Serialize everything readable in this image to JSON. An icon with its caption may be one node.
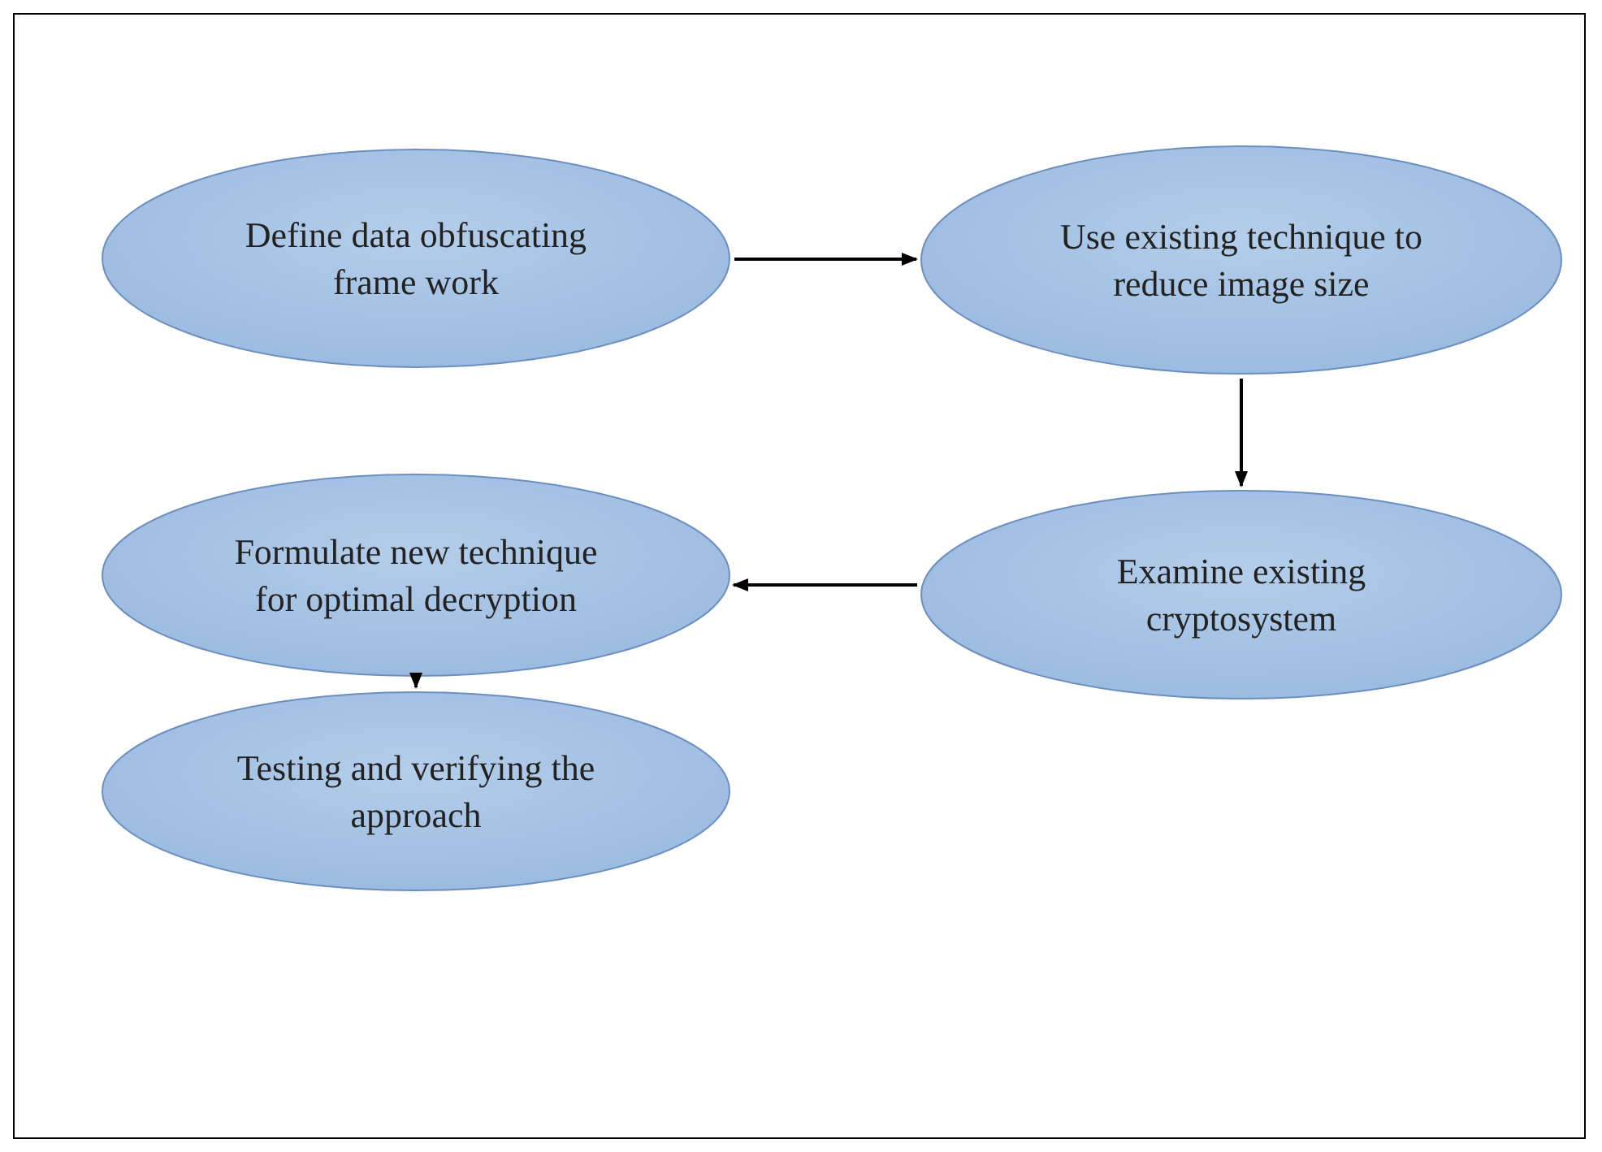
{
  "diagram": {
    "nodes": [
      {
        "text": [
          "Define data obfuscating frame work"
        ]
      },
      {
        "text": [
          "Use existing technique to reduce image size"
        ]
      },
      {
        "text": [
          "Examine existing cryptosystem"
        ]
      },
      {
        "text": [
          "Formulate new technique for optimal decryption"
        ]
      },
      {
        "text": [
          "Testing and verifying the approach"
        ]
      }
    ],
    "edges": [
      {
        "from": 0,
        "to": 1,
        "arrow": "to"
      },
      {
        "from": 1,
        "to": 2,
        "arrow": "to"
      },
      {
        "from": 2,
        "to": 3,
        "arrow": "to"
      },
      {
        "from": 3,
        "to": 4,
        "arrow": "to"
      }
    ]
  }
}
